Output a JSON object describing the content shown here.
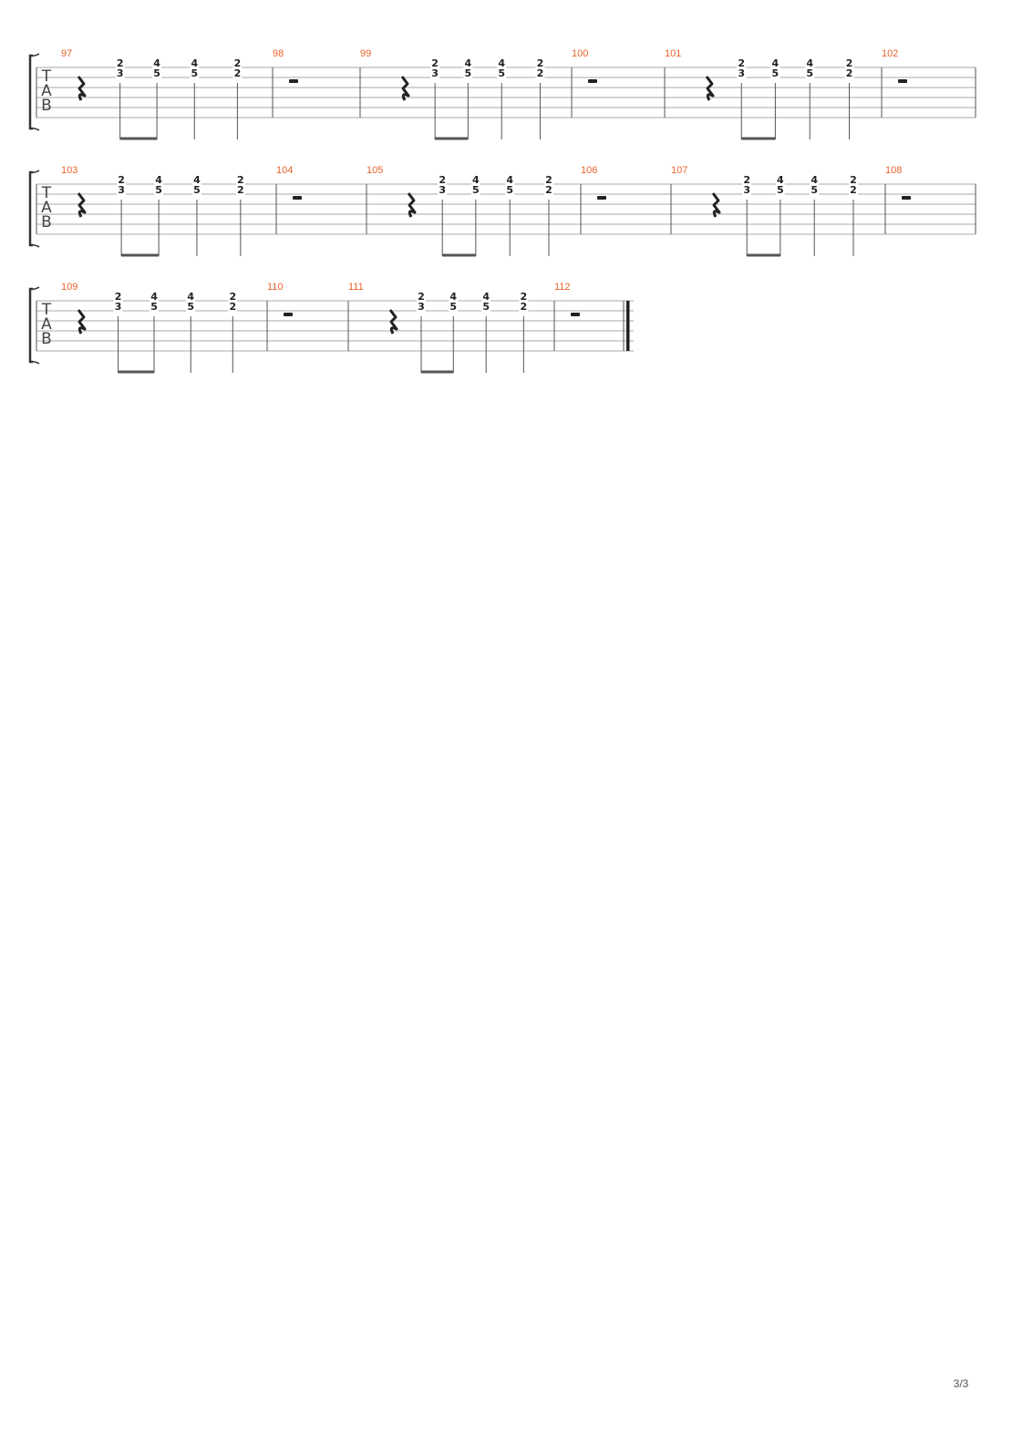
{
  "page": {
    "number": "3/3"
  },
  "tab": {
    "clef": [
      "T",
      "A",
      "B"
    ],
    "beat_pattern": [
      {
        "chord": [
          "2",
          "3"
        ],
        "beam_start": true
      },
      {
        "chord": [
          "4",
          "5"
        ],
        "beam_end": true
      },
      {
        "chord": [
          "4",
          "5"
        ]
      },
      {
        "chord": [
          "2",
          "2"
        ]
      }
    ]
  },
  "systems": [
    {
      "measures": [
        {
          "number": "97",
          "type": "pattern"
        },
        {
          "number": "98",
          "type": "rest"
        },
        {
          "number": "99",
          "type": "pattern"
        },
        {
          "number": "100",
          "type": "rest"
        },
        {
          "number": "101",
          "type": "pattern"
        },
        {
          "number": "102",
          "type": "rest"
        }
      ]
    },
    {
      "measures": [
        {
          "number": "103",
          "type": "pattern"
        },
        {
          "number": "104",
          "type": "rest"
        },
        {
          "number": "105",
          "type": "pattern"
        },
        {
          "number": "106",
          "type": "rest"
        },
        {
          "number": "107",
          "type": "pattern"
        },
        {
          "number": "108",
          "type": "rest"
        }
      ]
    },
    {
      "measures": [
        {
          "number": "109",
          "type": "pattern"
        },
        {
          "number": "110",
          "type": "rest"
        },
        {
          "number": "111",
          "type": "pattern"
        },
        {
          "number": "112",
          "type": "rest",
          "final": true
        }
      ]
    }
  ]
}
